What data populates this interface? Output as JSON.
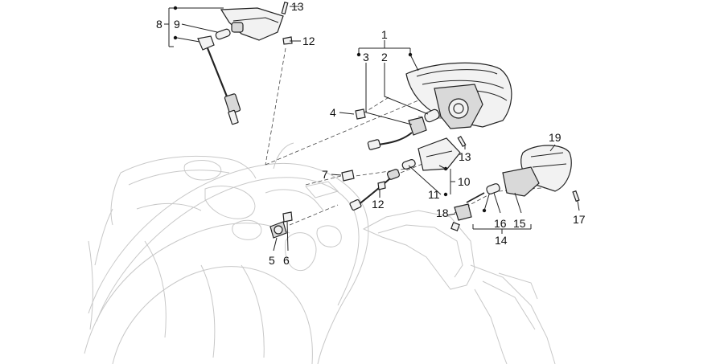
{
  "callouts": [
    {
      "id": "c1",
      "text": "1"
    },
    {
      "id": "c2",
      "text": "2"
    },
    {
      "id": "c3",
      "text": "3"
    },
    {
      "id": "c4",
      "text": "4"
    },
    {
      "id": "c5",
      "text": "5"
    },
    {
      "id": "c6",
      "text": "6"
    },
    {
      "id": "c7",
      "text": "7"
    },
    {
      "id": "c8",
      "text": "8"
    },
    {
      "id": "c9",
      "text": "9"
    },
    {
      "id": "c10",
      "text": "10"
    },
    {
      "id": "c11",
      "text": "11"
    },
    {
      "id": "c12a",
      "text": "12"
    },
    {
      "id": "c12b",
      "text": "12"
    },
    {
      "id": "c13a",
      "text": "13"
    },
    {
      "id": "c13b",
      "text": "13"
    },
    {
      "id": "c14",
      "text": "14"
    },
    {
      "id": "c15",
      "text": "15"
    },
    {
      "id": "c16",
      "text": "16"
    },
    {
      "id": "c17",
      "text": "17"
    },
    {
      "id": "c18",
      "text": "18"
    },
    {
      "id": "c19",
      "text": "19"
    }
  ]
}
